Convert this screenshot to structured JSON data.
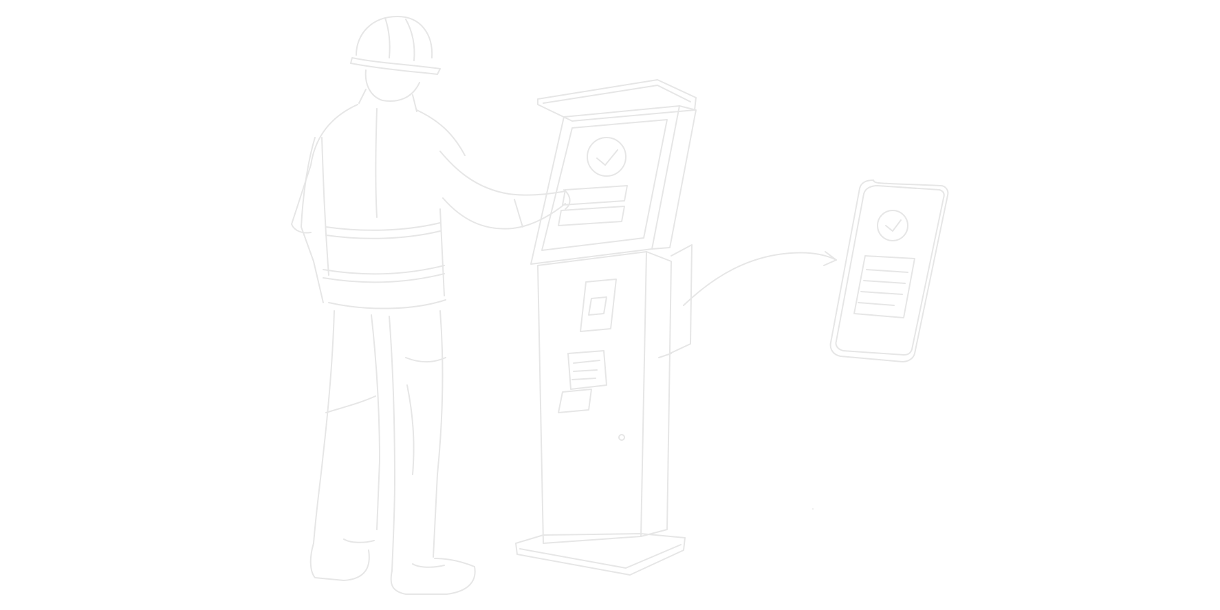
{
  "illustration": {
    "style": "light-grey line sketch on white",
    "subjects": [
      "worker-in-hard-hat",
      "self-service-kiosk",
      "arrow",
      "smartphone"
    ],
    "colors": {
      "background": "#ffffff",
      "line": "#e6e6e6",
      "line_faint": "#efefef"
    }
  }
}
